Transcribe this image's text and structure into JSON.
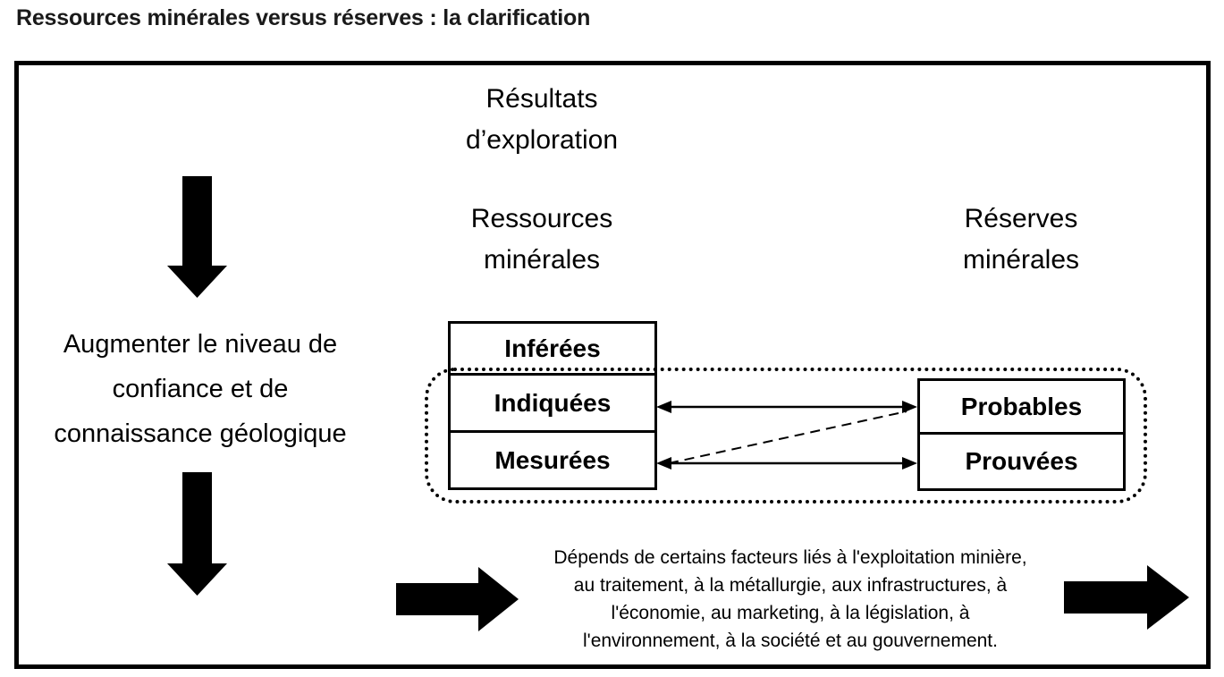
{
  "title": "Ressources minérales versus réserves : la clarification",
  "headers": {
    "exploration": "Résultats\nd’exploration",
    "exploration_line1": "Résultats",
    "exploration_line2": "d’exploration",
    "resources_line1": "Ressources",
    "resources_line2": "minérales",
    "reserves_line1": "Réserves",
    "reserves_line2": "minérales"
  },
  "left_instruction": {
    "line1": "Augmenter le niveau de",
    "line2": "confiance et de",
    "line3": "connaissance géologique"
  },
  "resource_categories": [
    {
      "label": "Inférées"
    },
    {
      "label": "Indiquées"
    },
    {
      "label": "Mesurées"
    }
  ],
  "reserve_categories": [
    {
      "label": "Probables"
    },
    {
      "label": "Prouvées"
    }
  ],
  "bottom_note": {
    "line1": "Dépends de certains facteurs liés à l'exploitation minière,",
    "line2": "au traitement, à la métallurgie, aux infrastructures, à",
    "line3": "l'économie, au marketing, à la législation, à",
    "line4": "l'environnement, à la société et au gouvernement."
  },
  "colors": {
    "ink": "#000000",
    "background": "#ffffff",
    "title": "#1a1a1a"
  }
}
